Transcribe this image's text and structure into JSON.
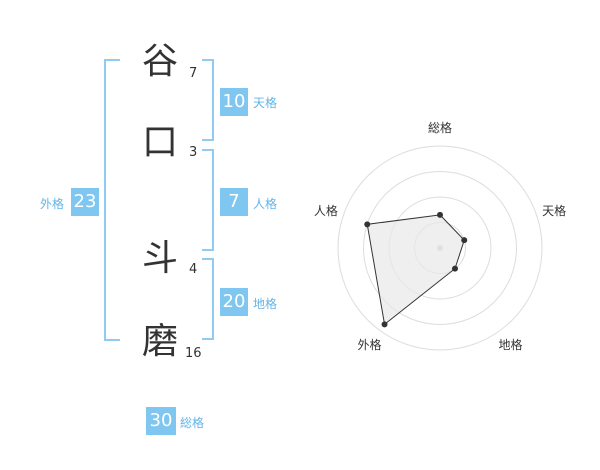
{
  "chars": [
    {
      "char": "谷",
      "strokes": "7"
    },
    {
      "char": "口",
      "strokes": "3"
    },
    {
      "char": "斗",
      "strokes": "4"
    },
    {
      "char": "磨",
      "strokes": "16"
    }
  ],
  "kaku": {
    "tenkaku": {
      "value": "10",
      "label": "天格"
    },
    "jinkaku": {
      "value": "7",
      "label": "人格"
    },
    "chikaku": {
      "value": "20",
      "label": "地格"
    },
    "gaikaku": {
      "value": "23",
      "label": "外格"
    },
    "soukaku": {
      "value": "30",
      "label": "総格"
    }
  },
  "chart_data": {
    "type": "radar",
    "axes": [
      "総格",
      "天格",
      "地格",
      "外格",
      "人格"
    ],
    "values": [
      1.3,
      1.0,
      1.0,
      3.7,
      3.0
    ],
    "max": 4,
    "rings": 4,
    "line_color": "#333333",
    "fill_color": "#e8e8e8",
    "grid_color": "#dddddd"
  }
}
